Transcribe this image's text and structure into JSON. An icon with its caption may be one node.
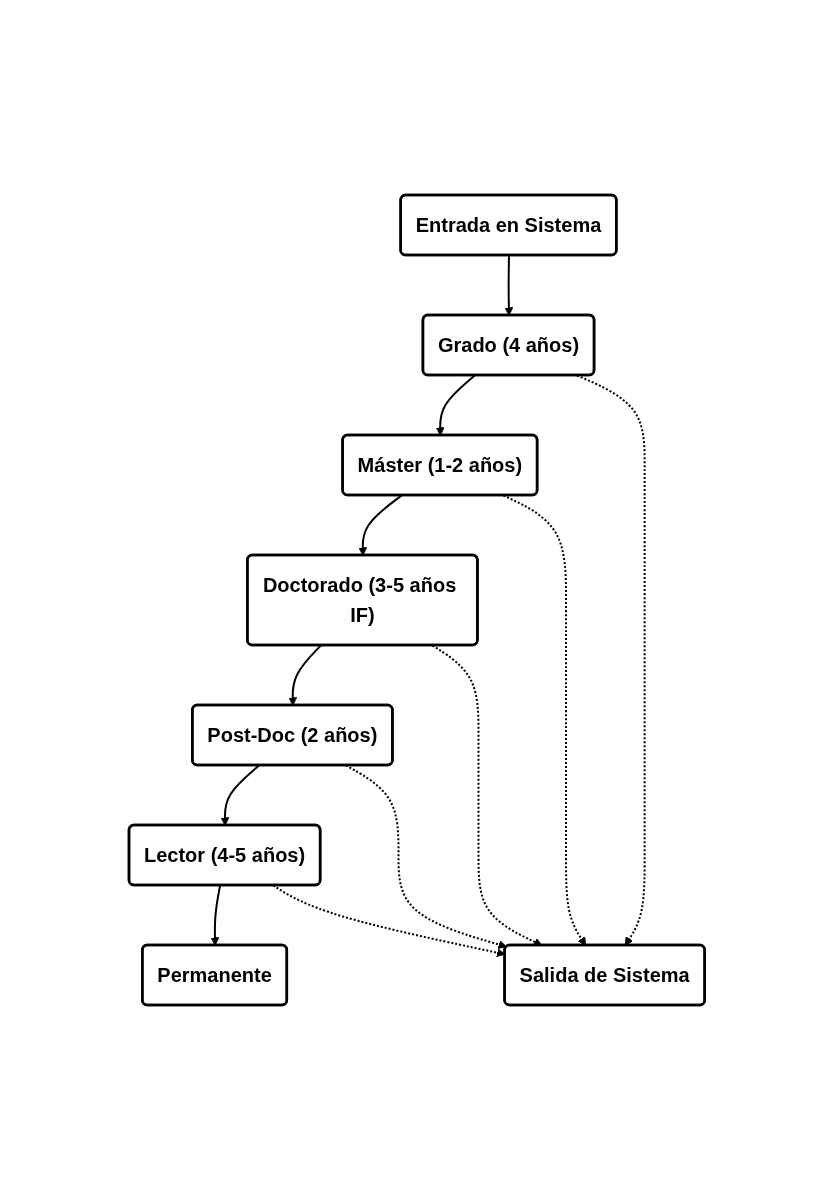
{
  "diagram": {
    "nodes": [
      {
        "text": [
          "Entrada en Sistema"
        ]
      },
      {
        "text": [
          "Grado (4 años)"
        ]
      },
      {
        "text": [
          "Máster (1-2 años)"
        ]
      },
      {
        "text": [
          "Doctorado (3-5 años IF)"
        ]
      },
      {
        "text": [
          "Post-Doc (2 años)"
        ]
      },
      {
        "text": [
          "Lector (4-5 años)"
        ]
      },
      {
        "text": [
          "Permanente"
        ]
      },
      {
        "text": [
          "Salida de Sistema"
        ]
      }
    ],
    "edges": [
      {
        "from": 0,
        "to": 1,
        "arrow": "to"
      },
      {
        "from": 1,
        "to": 2,
        "arrow": "to"
      },
      {
        "from": 2,
        "to": 3,
        "arrow": "to"
      },
      {
        "from": 3,
        "to": 4,
        "arrow": "to"
      },
      {
        "from": 4,
        "to": 5,
        "arrow": "to"
      },
      {
        "from": 5,
        "to": 6,
        "arrow": "to"
      },
      {
        "from": 1,
        "to": 7,
        "arrow": "to",
        "style": "dashed"
      },
      {
        "from": 2,
        "to": 7,
        "arrow": "to",
        "style": "dashed"
      },
      {
        "from": 3,
        "to": 7,
        "arrow": "to",
        "style": "dashed"
      },
      {
        "from": 4,
        "to": 7,
        "arrow": "to",
        "style": "dashed"
      },
      {
        "from": 5,
        "to": 7,
        "arrow": "to",
        "style": "dashed"
      }
    ]
  }
}
